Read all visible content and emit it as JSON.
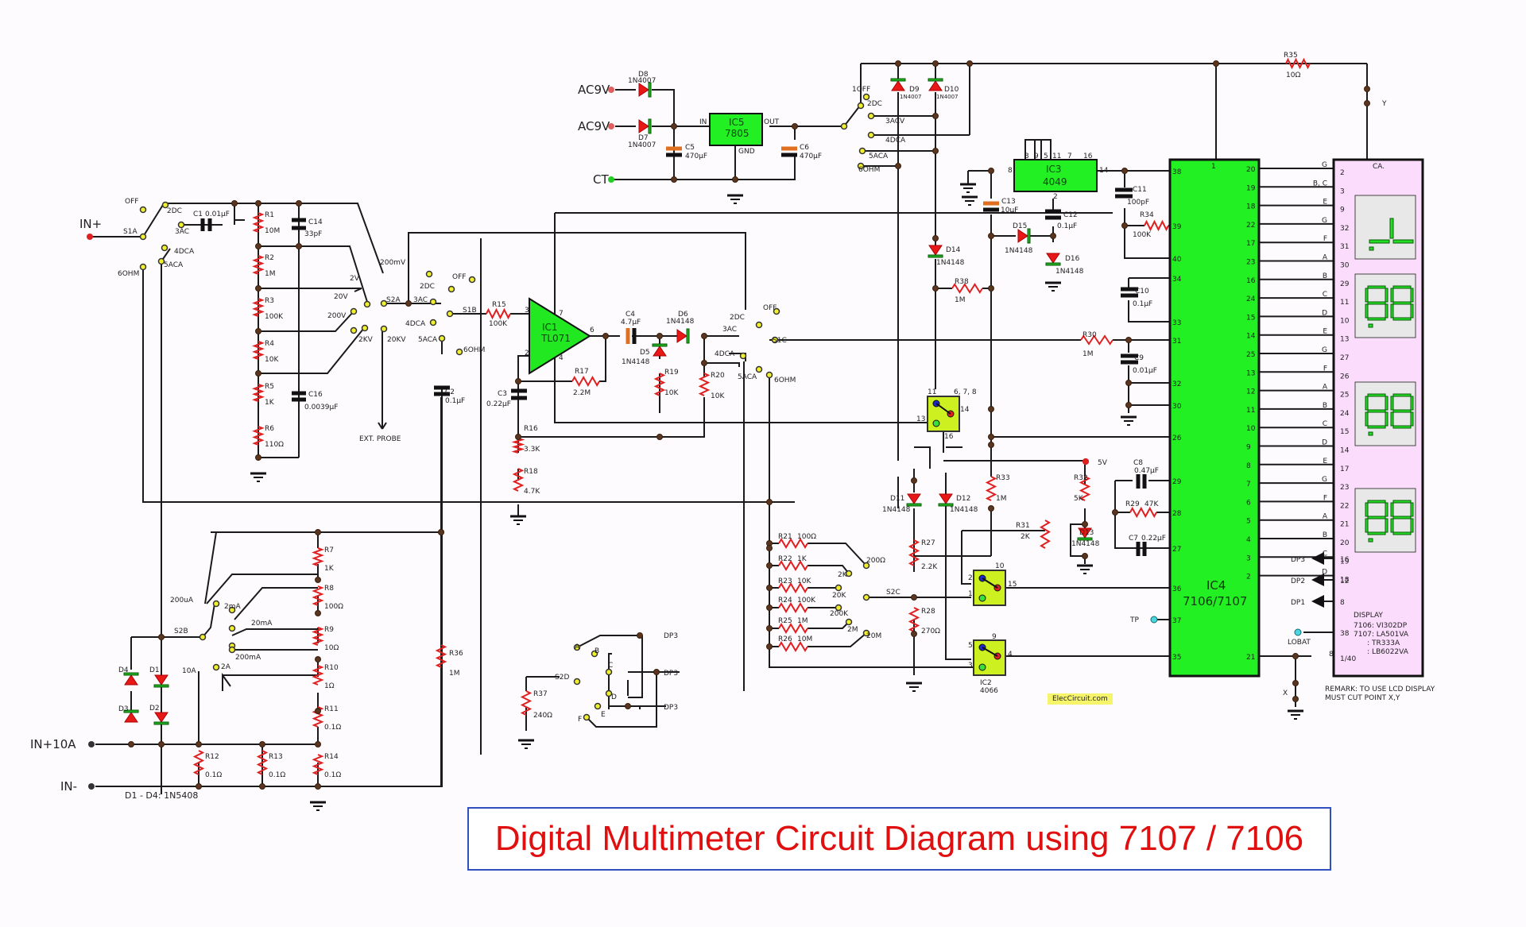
{
  "title": "Digital Multimeter Circuit Diagram using 7107 / 7106",
  "watermark": "ElecCircuit.com",
  "terminals": {
    "in_plus": "IN+",
    "in_10a": "IN+10A",
    "in_minus": "IN-",
    "ac9v_1": "AC9V",
    "ac9v_2": "AC9V",
    "ct": "CT",
    "plus5v": "5V",
    "tp": "TP",
    "lobat": "LOBAT",
    "ext_probe": "EXT. PROBE"
  },
  "switches": {
    "s1a": {
      "name": "S1A",
      "positions": [
        "OFF",
        "2DC",
        "3AC",
        "4DCA",
        "5ACA",
        "6OHM"
      ]
    },
    "s1b": {
      "name": "S1B",
      "positions": [
        "OFF",
        "2DC",
        "3AC",
        "4DCA",
        "5ACA",
        "6OHM"
      ]
    },
    "s1c": {
      "name": "S1C",
      "positions": [
        "OFF",
        "2DC",
        "3AC",
        "4DCA",
        "5ACA",
        "6OHM"
      ]
    },
    "s1_power": {
      "positions": [
        "1OFF",
        "2DC",
        "3ACV",
        "4DCA",
        "5ACA",
        "6OHM"
      ]
    },
    "s2a": {
      "name": "S2A",
      "positions": [
        "200mV",
        "2V",
        "20V",
        "200V",
        "2KV",
        "20KV"
      ]
    },
    "s2b": {
      "name": "S2B",
      "positions": [
        "200uA",
        "2mA",
        "20mA",
        "200mA",
        "2A",
        "10A"
      ]
    },
    "s2c": {
      "name": "S2C",
      "positions": [
        "200Ω",
        "2K",
        "20K",
        "200K",
        "2M",
        "20M"
      ]
    },
    "s2d": {
      "name": "S2D",
      "positions": [
        "A",
        "B",
        "C",
        "D",
        "E",
        "F"
      ],
      "outputs": [
        "DP3",
        "DP3",
        "DP3"
      ]
    }
  },
  "components": {
    "R1": "10M",
    "R2": "1M",
    "R3": "100K",
    "R4": "10K",
    "R5": "1K",
    "R6": "110Ω",
    "R7": "1K",
    "R8": "100Ω",
    "R9": "10Ω",
    "R10": "1Ω",
    "R11": "0.1Ω",
    "R12": "0.1Ω",
    "R13": "0.1Ω",
    "R14": "0.1Ω",
    "R15": "100K",
    "R16": "3.3K",
    "R17": "2.2M",
    "R18": "4.7K",
    "R19": "10K",
    "R20": "10K",
    "R21": "100Ω",
    "R22": "1K",
    "R23": "10K",
    "R24": "100K",
    "R25": "1M",
    "R26": "10M",
    "R27": "2.2K",
    "R28": "270Ω",
    "R29": "47K",
    "R30": "1M",
    "R31": "2K",
    "R32": "5K",
    "R33": "1M",
    "R34": "100K",
    "R35": "10Ω",
    "R36": "1M",
    "R37": "240Ω",
    "R38": "1M",
    "C1": "0.01µF",
    "C2": "0.1µF",
    "C3": "0.22µF",
    "C4": "4.7µF",
    "C5": "470µF",
    "C6": "470µF",
    "C7": "0.22µF",
    "C8": "0.47µF",
    "C9": "0.01µF",
    "C10": "0.1µF",
    "C11": "100pF",
    "C12": "0.1µF",
    "C13": "10µF",
    "C14": "33pF",
    "C16": "0.0039µF",
    "D5": "1N4148",
    "D6": "1N4148",
    "D7": "1N4007",
    "D8": "1N4007",
    "D9": "1N4007",
    "D10": "1N4007",
    "D11": "1N4148",
    "D12": "1N4148",
    "D13": "1N4148",
    "D14": "1N4148",
    "D15": "1N4148",
    "D16": "1N4148",
    "D1_D4_note": "D1 - D4: 1N5408"
  },
  "ics": {
    "ic1": {
      "ref": "IC1",
      "part": "TL071"
    },
    "ic2": {
      "ref": "IC2",
      "part": "4066"
    },
    "ic3": {
      "ref": "IC3",
      "part": "4049"
    },
    "ic4": {
      "ref": "IC4",
      "part": "7106/7107"
    },
    "ic5": {
      "ref": "IC5",
      "part": "7805",
      "pins": [
        "IN",
        "OUT",
        "GND"
      ]
    }
  },
  "ic4_left_pins": [
    "38",
    "39",
    "40",
    "34",
    "33",
    "31",
    "32",
    "30",
    "26",
    "29",
    "28",
    "27",
    "36",
    "37",
    "35"
  ],
  "ic4_right_pins": [
    "20",
    "19",
    "18",
    "22",
    "17",
    "23",
    "16",
    "24",
    "15",
    "14",
    "25",
    "13",
    "12",
    "11",
    "10",
    "9",
    "8",
    "7",
    "6",
    "5",
    "4",
    "3",
    "2",
    "21"
  ],
  "display_pins": [
    {
      "seg": "G",
      "pin": "2"
    },
    {
      "seg": "B, C",
      "pin": "3"
    },
    {
      "seg": "E",
      "pin": "9"
    },
    {
      "seg": "G",
      "pin": "32"
    },
    {
      "seg": "F",
      "pin": "31"
    },
    {
      "seg": "A",
      "pin": "30"
    },
    {
      "seg": "B",
      "pin": "29"
    },
    {
      "seg": "C",
      "pin": "11"
    },
    {
      "seg": "D",
      "pin": "10"
    },
    {
      "seg": "E",
      "pin": "13"
    },
    {
      "seg": "G",
      "pin": "27"
    },
    {
      "seg": "F",
      "pin": "26"
    },
    {
      "seg": "A",
      "pin": "25"
    },
    {
      "seg": "B",
      "pin": "24"
    },
    {
      "seg": "C",
      "pin": "15"
    },
    {
      "seg": "D",
      "pin": "14"
    },
    {
      "seg": "E",
      "pin": "17"
    },
    {
      "seg": "G",
      "pin": "23"
    },
    {
      "seg": "F",
      "pin": "22"
    },
    {
      "seg": "A",
      "pin": "21"
    },
    {
      "seg": "B",
      "pin": "20"
    },
    {
      "seg": "C",
      "pin": "19"
    },
    {
      "seg": "D",
      "pin": "18"
    }
  ],
  "display": {
    "ca": "CA.",
    "dp_lines": [
      {
        "label": "DP3",
        "pin": "16"
      },
      {
        "label": "DP2",
        "pin": "12"
      },
      {
        "label": "DP1",
        "pin": "8"
      }
    ],
    "lobat_pin": "38",
    "common_pin": "1/40",
    "common_pin_left": "8",
    "title": "DISPLAY",
    "models": [
      "7106: VI302DP",
      "7107: LA501VA",
      "      : TR333A",
      "      : LB6022VA"
    ]
  },
  "points": {
    "x": "X",
    "y": "Y"
  },
  "remark": [
    "REMARK: TO USE LCD DISPLAY",
    "MUST CUT POINT X,Y"
  ],
  "ic3_pins": [
    "3",
    "9",
    "5",
    "11",
    "7",
    "16",
    "8",
    "14",
    "2"
  ],
  "ic1_pins": [
    "3",
    "2",
    "7",
    "4",
    "6"
  ],
  "ic2_pins": {
    "top": [
      "11",
      "13",
      "14",
      "16",
      "6, 7, 8"
    ],
    "mid": [
      "2",
      "1",
      "10",
      "15"
    ],
    "bot": [
      "5",
      "3",
      "9",
      "4"
    ]
  }
}
